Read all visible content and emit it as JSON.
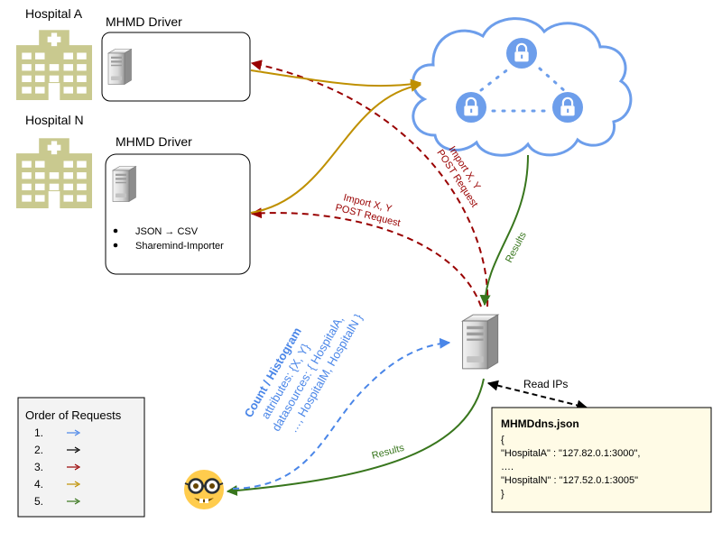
{
  "hospitals": [
    {
      "label": "Hospital A"
    },
    {
      "label": "Hospital N"
    }
  ],
  "drivers": [
    {
      "title": "MHMD Driver",
      "bullets": []
    },
    {
      "title": "MHMD Driver",
      "bullets": [
        "JSON → CSV",
        "Sharemind-Importer"
      ]
    }
  ],
  "edge_labels": {
    "import_a": [
      "Import X, Y",
      "POST Request"
    ],
    "import_n": [
      "Import X, Y",
      "POST Request"
    ],
    "results_cloud": "Results",
    "results_user": "Results",
    "read_ips": "Read IPs"
  },
  "query": {
    "title": "Count / Histogram",
    "lines": [
      "attributes: {X, Y}",
      "datasources: { HospitalA,",
      "…, HospitalM, HospitalN }"
    ]
  },
  "dns_note": {
    "title": "MHMDdns.json",
    "lines": [
      "{",
      "\"HospitalA\" : \"127.82.0.1:3000\",",
      "….",
      "\"HospitalN\" : \"127.52.0.1:3005\"",
      "}"
    ]
  },
  "legend": {
    "title": "Order of Requests",
    "items": [
      {
        "num": "1.",
        "color": "#4a86e8"
      },
      {
        "num": "2.",
        "color": "#000000"
      },
      {
        "num": "3.",
        "color": "#990000"
      },
      {
        "num": "4.",
        "color": "#bf9000"
      },
      {
        "num": "5.",
        "color": "#38761d"
      }
    ]
  },
  "colors": {
    "hospital": "#c9c98f",
    "cloud_stroke": "#6d9eeb",
    "lock_node": "#6d9eeb",
    "blue": "#4a86e8",
    "dark_red": "#990000",
    "gold": "#bf9000",
    "green": "#38761d",
    "note_bg": "#fffbe6"
  },
  "icons": [
    "hospital-icon",
    "server-icon",
    "lock-icon",
    "nerd-face-icon",
    "arrow-right-icon"
  ]
}
